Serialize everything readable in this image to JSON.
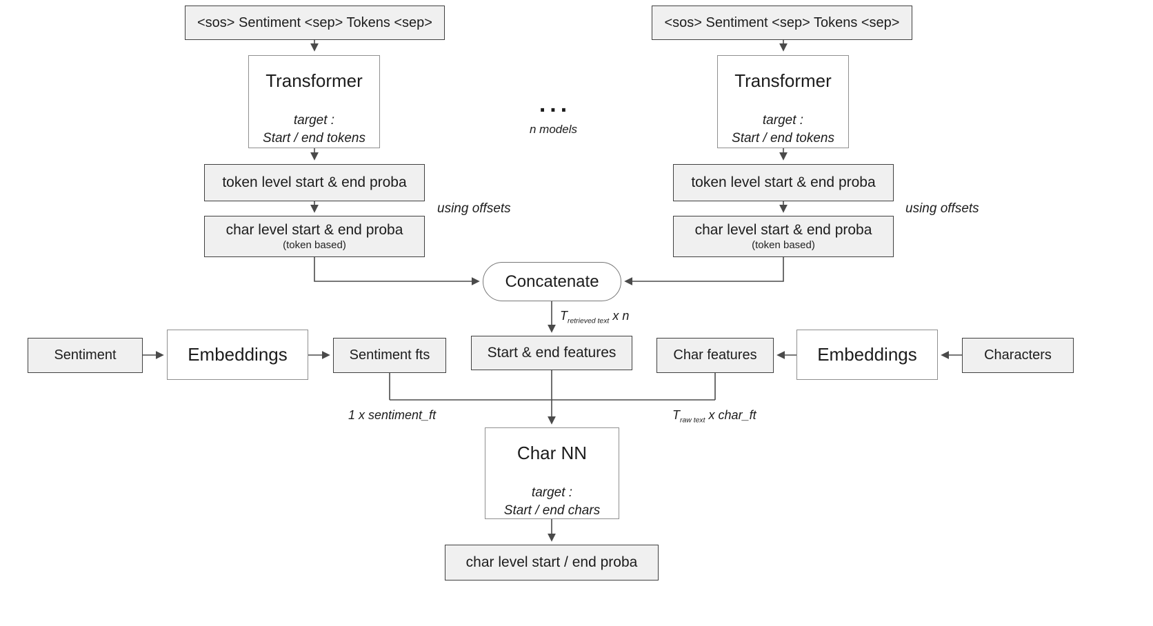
{
  "diagram": {
    "branch": {
      "input": "<sos> Sentiment <sep> Tokens <sep>",
      "transformer_title": "Transformer",
      "target_line1": "target :",
      "target_line2": "Start / end tokens",
      "token_proba": "token level start & end proba",
      "char_proba": "char level start & end proba",
      "char_proba_note": "(token based)",
      "using_offsets": "using offsets"
    },
    "middle": {
      "dots": "...",
      "n_models": "n models"
    },
    "concatenate": {
      "label": "Concatenate"
    },
    "t_retrieved": {
      "base": "T",
      "sub": "retrieved text",
      "rest": " x n"
    },
    "row": {
      "sentiment": "Sentiment",
      "embeddings_left": "Embeddings",
      "sentiment_fts": "Sentiment fts",
      "start_end_features": "Start & end features",
      "char_features": "Char features",
      "embeddings_right": "Embeddings",
      "characters": "Characters"
    },
    "labels": {
      "sentiment_ft": "1 x sentiment_ft",
      "raw_base": "T",
      "raw_sub": "raw text",
      "raw_rest": " x char_ft"
    },
    "char_nn": {
      "title": "Char NN",
      "target_line1": "target :",
      "target_line2": "Start / end chars"
    },
    "output": "char level start / end proba",
    "colors": {
      "box_fill": "#f0f0f0",
      "box_border": "#3f3f3f",
      "wire": "#4a4a4a"
    }
  }
}
